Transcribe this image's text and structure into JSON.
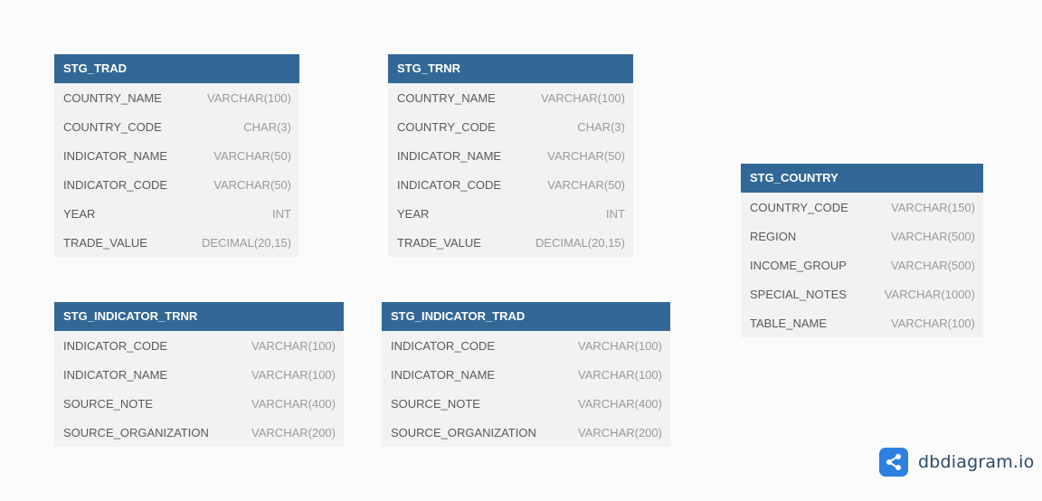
{
  "tables": {
    "stg_trad": {
      "name": "STG_TRAD",
      "columns": [
        {
          "name": "COUNTRY_NAME",
          "type": "VARCHAR(100)"
        },
        {
          "name": "COUNTRY_CODE",
          "type": "CHAR(3)"
        },
        {
          "name": "INDICATOR_NAME",
          "type": "VARCHAR(50)"
        },
        {
          "name": "INDICATOR_CODE",
          "type": "VARCHAR(50)"
        },
        {
          "name": "YEAR",
          "type": "INT"
        },
        {
          "name": "TRADE_VALUE",
          "type": "DECIMAL(20,15)"
        }
      ]
    },
    "stg_trnr": {
      "name": "STG_TRNR",
      "columns": [
        {
          "name": "COUNTRY_NAME",
          "type": "VARCHAR(100)"
        },
        {
          "name": "COUNTRY_CODE",
          "type": "CHAR(3)"
        },
        {
          "name": "INDICATOR_NAME",
          "type": "VARCHAR(50)"
        },
        {
          "name": "INDICATOR_CODE",
          "type": "VARCHAR(50)"
        },
        {
          "name": "YEAR",
          "type": "INT"
        },
        {
          "name": "TRADE_VALUE",
          "type": "DECIMAL(20,15)"
        }
      ]
    },
    "stg_country": {
      "name": "STG_COUNTRY",
      "columns": [
        {
          "name": "COUNTRY_CODE",
          "type": "VARCHAR(150)"
        },
        {
          "name": "REGION",
          "type": "VARCHAR(500)"
        },
        {
          "name": "INCOME_GROUP",
          "type": "VARCHAR(500)"
        },
        {
          "name": "SPECIAL_NOTES",
          "type": "VARCHAR(1000)"
        },
        {
          "name": "TABLE_NAME",
          "type": "VARCHAR(100)"
        }
      ]
    },
    "stg_indicator_trnr": {
      "name": "STG_INDICATOR_TRNR",
      "columns": [
        {
          "name": "INDICATOR_CODE",
          "type": "VARCHAR(100)"
        },
        {
          "name": "INDICATOR_NAME",
          "type": "VARCHAR(100)"
        },
        {
          "name": "SOURCE_NOTE",
          "type": "VARCHAR(400)"
        },
        {
          "name": "SOURCE_ORGANIZATION",
          "type": "VARCHAR(200)"
        }
      ]
    },
    "stg_indicator_trad": {
      "name": "STG_INDICATOR_TRAD",
      "columns": [
        {
          "name": "INDICATOR_CODE",
          "type": "VARCHAR(100)"
        },
        {
          "name": "INDICATOR_NAME",
          "type": "VARCHAR(100)"
        },
        {
          "name": "SOURCE_NOTE",
          "type": "VARCHAR(400)"
        },
        {
          "name": "SOURCE_ORGANIZATION",
          "type": "VARCHAR(200)"
        }
      ]
    }
  },
  "brand": {
    "text": "dbdiagram.io",
    "icon": "dbdiagram-share-logo-icon"
  },
  "colors": {
    "header_bg": "#316896",
    "header_text": "#ffffff",
    "row_bg": "#f2f2f2",
    "column_name": "#5a5a5a",
    "column_type": "#9a9a9a",
    "brand_blue": "#2d7fe0"
  }
}
